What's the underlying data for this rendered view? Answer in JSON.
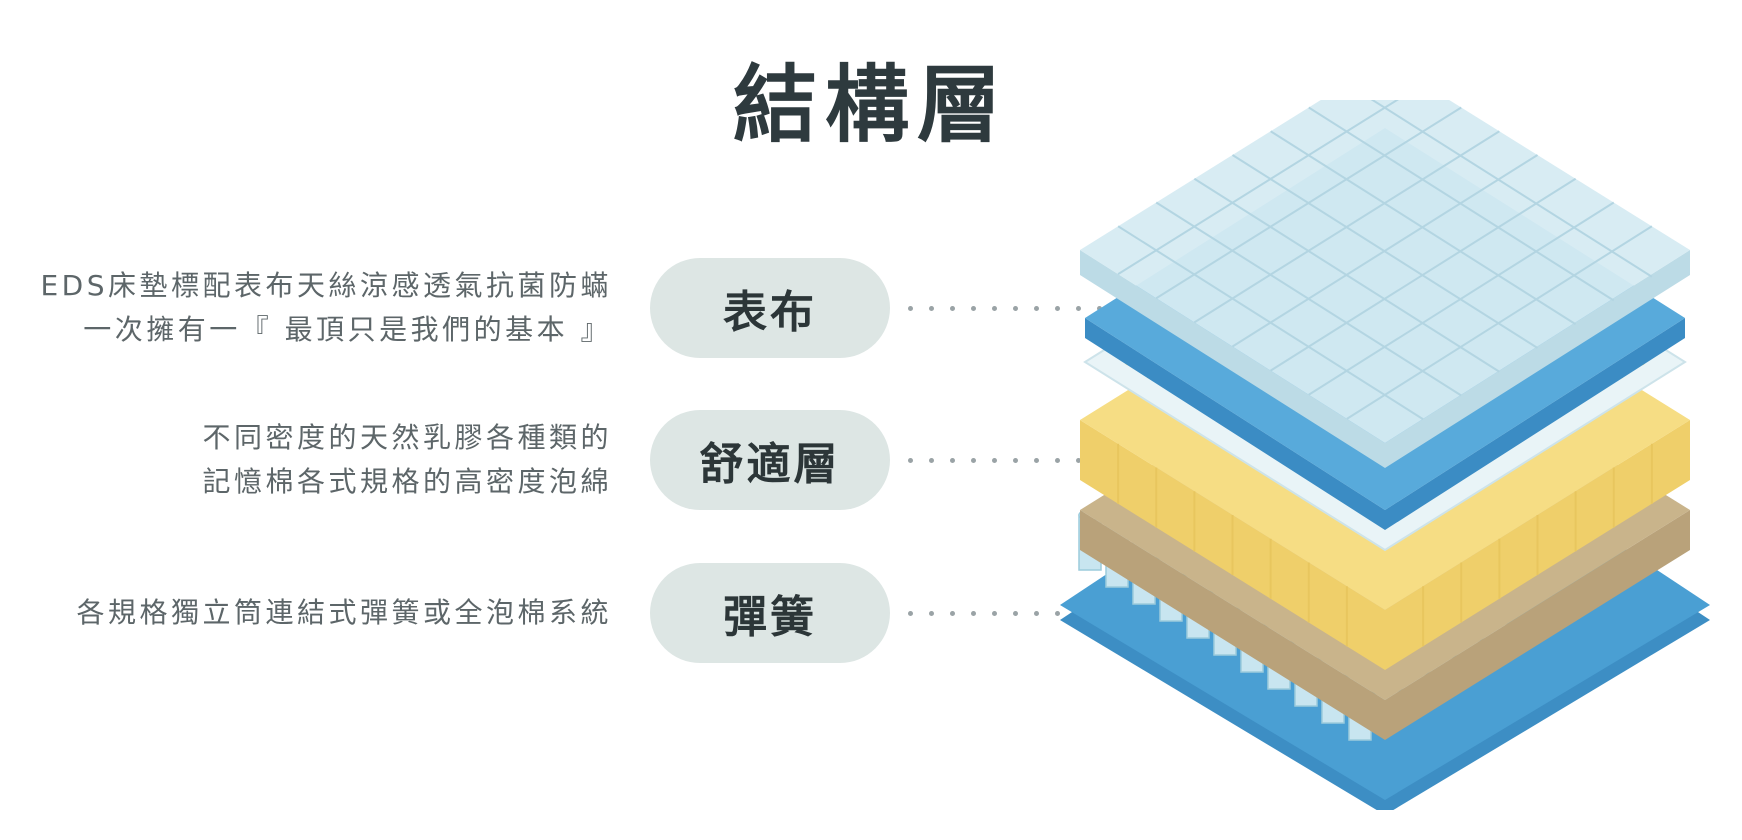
{
  "title": "結構層",
  "layers": [
    {
      "label": "表布",
      "description_lines": [
        "EDS床墊標配表布天絲涼感透氣抗菌防蟎",
        "一次擁有一『 最頂只是我們的基本 』"
      ]
    },
    {
      "label": "舒適層",
      "description_lines": [
        "不同密度的天然乳膠各種類的",
        "記憶棉各式規格的高密度泡綿"
      ]
    },
    {
      "label": "彈簧",
      "description_lines": [
        "各規格獨立筒連結式彈簧或全泡棉系統"
      ]
    }
  ],
  "colors": {
    "fabric": "#cfe6ef",
    "blue_layer": "#4a9fd3",
    "latex": "#f6dd84",
    "foam": "#c9b48b",
    "springs": "#c8e5f0",
    "base": "#4a9fd3",
    "pill_bg": "#dde6e4"
  }
}
